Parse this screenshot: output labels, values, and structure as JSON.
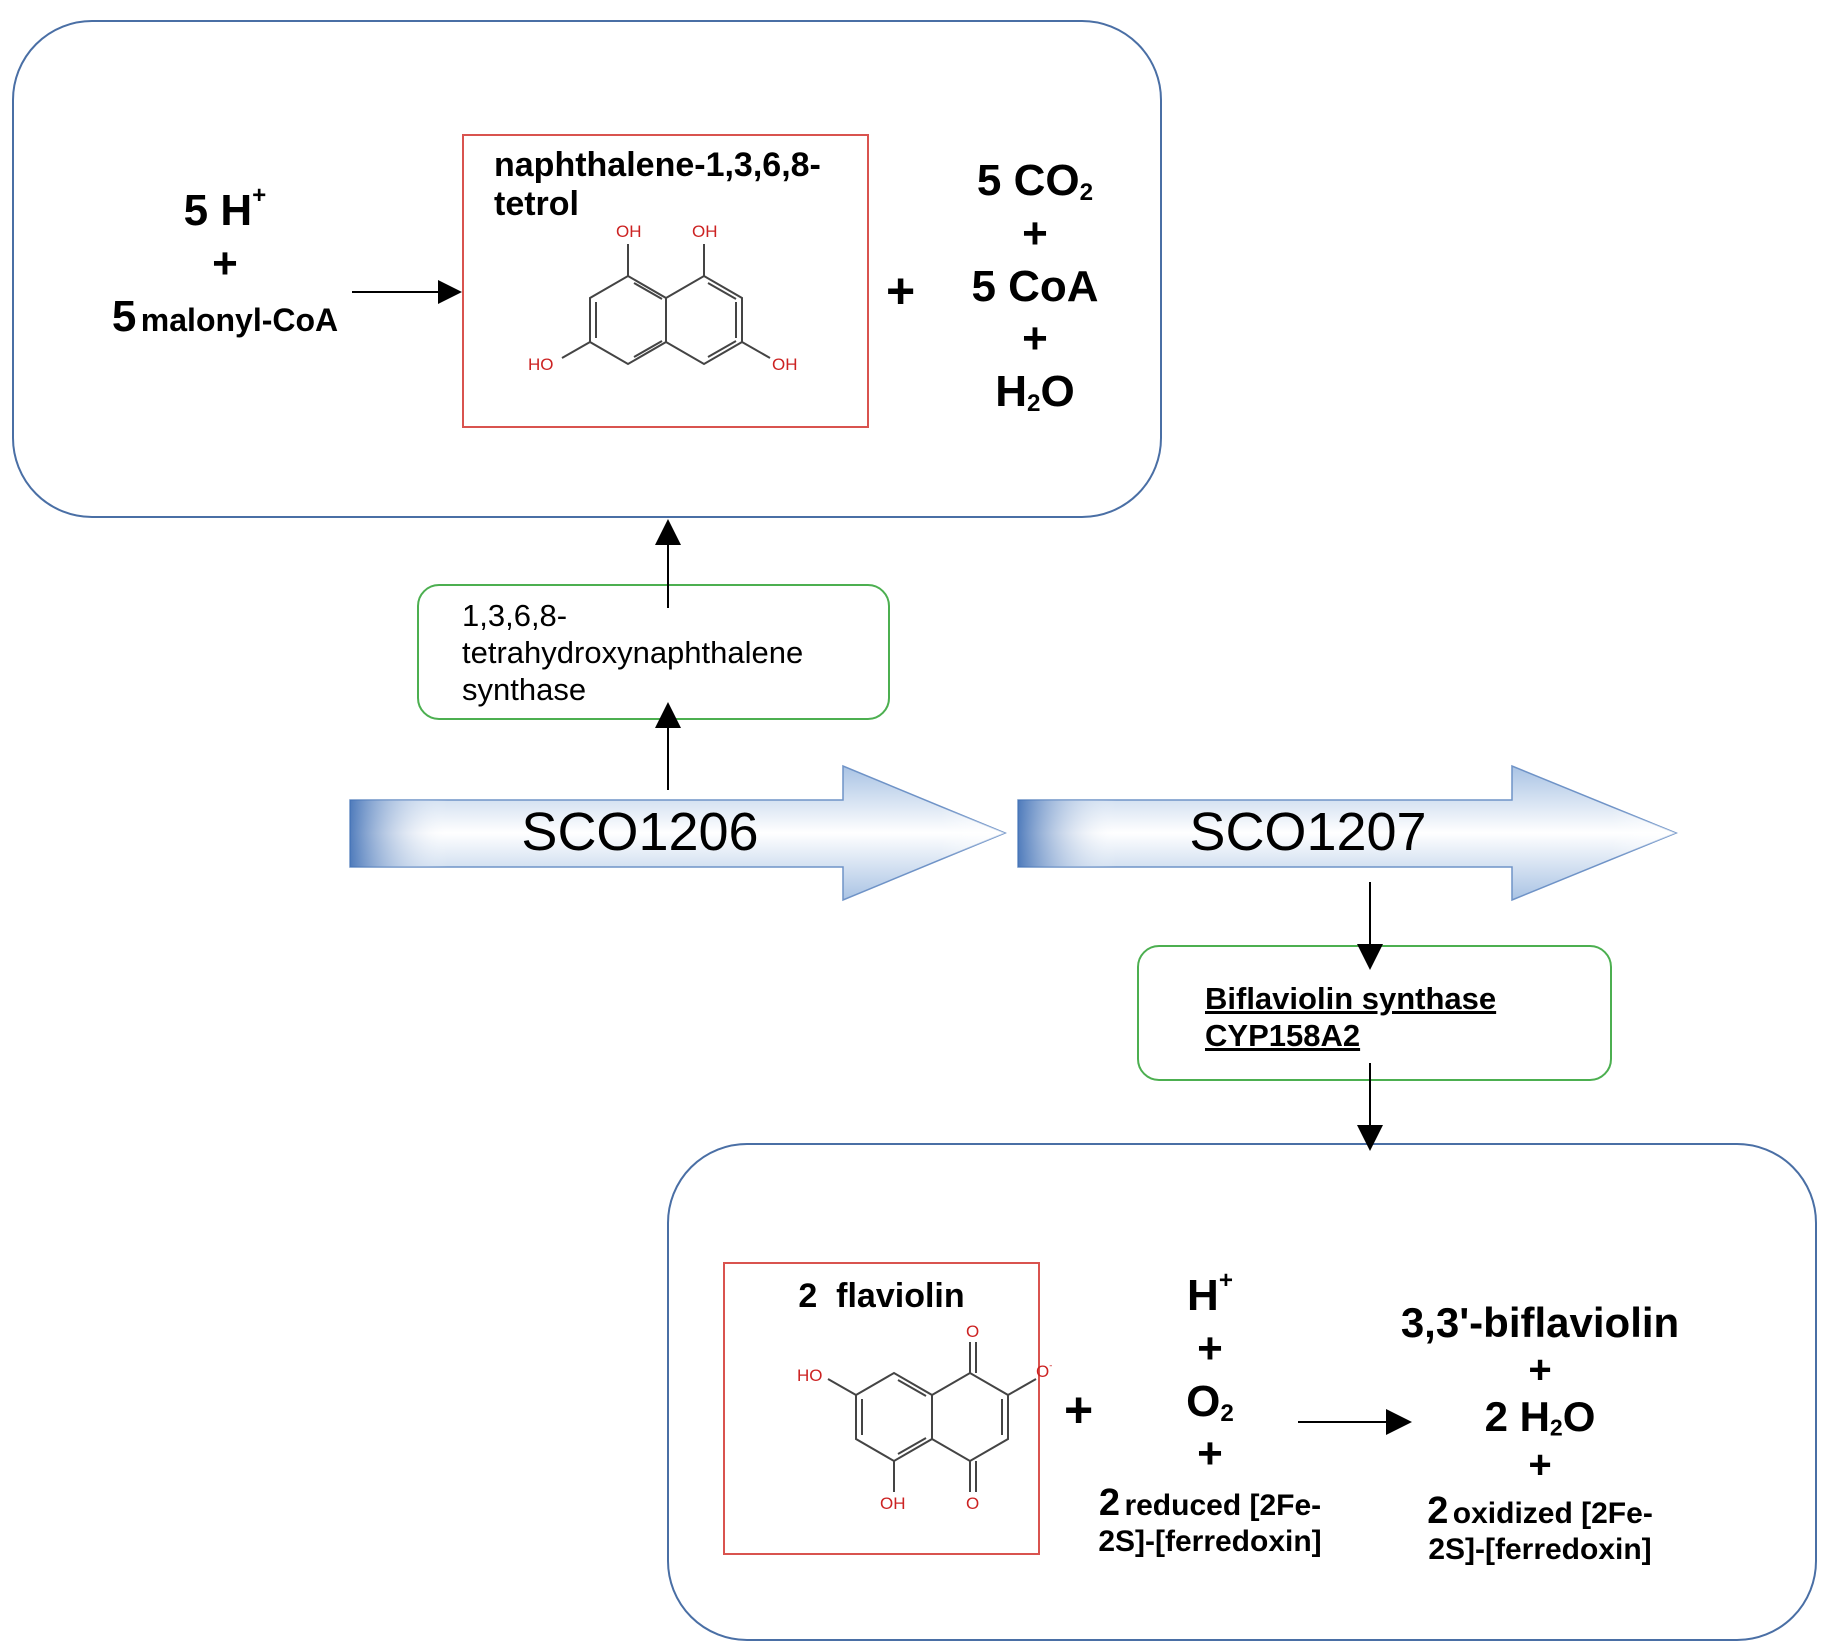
{
  "top_reaction": {
    "reactants": {
      "h_coef": "5",
      "h_label": "H",
      "h_charge": "+",
      "plus": "+",
      "malonyl_coef": "5",
      "malonyl_label": "malonyl-CoA"
    },
    "product": {
      "name": "naphthalene-1,3,6,8-tetrol",
      "atoms": {
        "oh_top_left": "OH",
        "oh_top_right": "OH",
        "ho_bottom_left": "HO",
        "oh_bottom_right": "OH"
      }
    },
    "plus_mid": "+",
    "byproducts": {
      "co2_label": "5 CO",
      "co2_sub": "2",
      "plus1": "+",
      "coa": "5 CoA",
      "plus2": "+",
      "h2o_h": "H",
      "h2o_sub": "2",
      "h2o_o": "O"
    }
  },
  "enzyme1": {
    "name": "1,3,6,8-tetrahydroxynaphthalene synthase"
  },
  "genes": [
    {
      "label": "SCO1206"
    },
    {
      "label": "SCO1207"
    }
  ],
  "enzyme2": {
    "line1": "Biflaviolin synthase",
    "line2": "CYP158A2"
  },
  "bottom_reaction": {
    "substrate": {
      "name": "2  flaviolin",
      "atoms": {
        "o_top": "O",
        "o_minus": "O",
        "minus": "-",
        "ho": "HO",
        "oh": "OH",
        "o_bottom": "O"
      }
    },
    "plus_mid": "+",
    "cosubstrates": {
      "h_label": "H",
      "h_charge": "+",
      "plus1": "+",
      "o2_label": "O",
      "o2_sub": "2",
      "plus2": "+",
      "ferredoxin_coef": "2",
      "ferredoxin_label_1": "reduced [2Fe-",
      "ferredoxin_label_2": "2S]-[ferredoxin]"
    },
    "products": {
      "biflaviolin": "3,3'-biflaviolin",
      "plus1": "+",
      "h2o_prefix": "2 H",
      "h2o_sub": "2",
      "h2o_o": "O",
      "plus2": "+",
      "ferredoxin_coef": "2",
      "ferredoxin_label_1": "oxidized [2Fe-",
      "ferredoxin_label_2": "2S]-[ferredoxin]"
    }
  },
  "colors": {
    "panel_border": "#4a6fa5",
    "enzyme_border": "#4caf50",
    "molecule_box_border": "#d9534f",
    "atom_red": "#cc2222",
    "gene_arrow_dark": "#3f6fb5",
    "gene_arrow_light": "#ffffff"
  }
}
